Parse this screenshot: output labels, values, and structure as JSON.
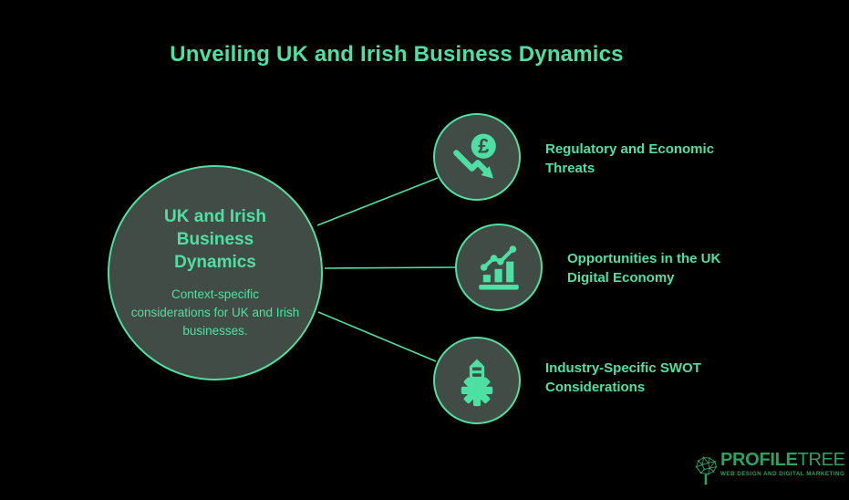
{
  "title": "Unveiling UK and Irish Business Dynamics",
  "colors": {
    "background": "#000000",
    "accent": "#4ee0a2",
    "node_fill": "#414c46",
    "logo_green": "#2ea05f"
  },
  "center_node": {
    "heading": "UK and Irish Business Dynamics",
    "description": "Context-specific considerations for UK and Irish businesses."
  },
  "branches": [
    {
      "id": "regulatory-threats",
      "icon": "pound-decline-icon",
      "lines": [
        "Regulatory and Economic",
        "Threats"
      ]
    },
    {
      "id": "digital-economy-opportunities",
      "icon": "growth-chart-icon",
      "lines": [
        "Opportunities in the UK",
        "Digital Economy"
      ]
    },
    {
      "id": "industry-swot",
      "icon": "industry-gear-icon",
      "lines": [
        "Industry-Specific SWOT",
        "Considerations"
      ]
    }
  ],
  "logo": {
    "icon": "tree-icon",
    "brand_bold": "PROFILE",
    "brand_light": "TREE",
    "tagline": "WEB DESIGN AND DIGITAL MARKETING"
  }
}
